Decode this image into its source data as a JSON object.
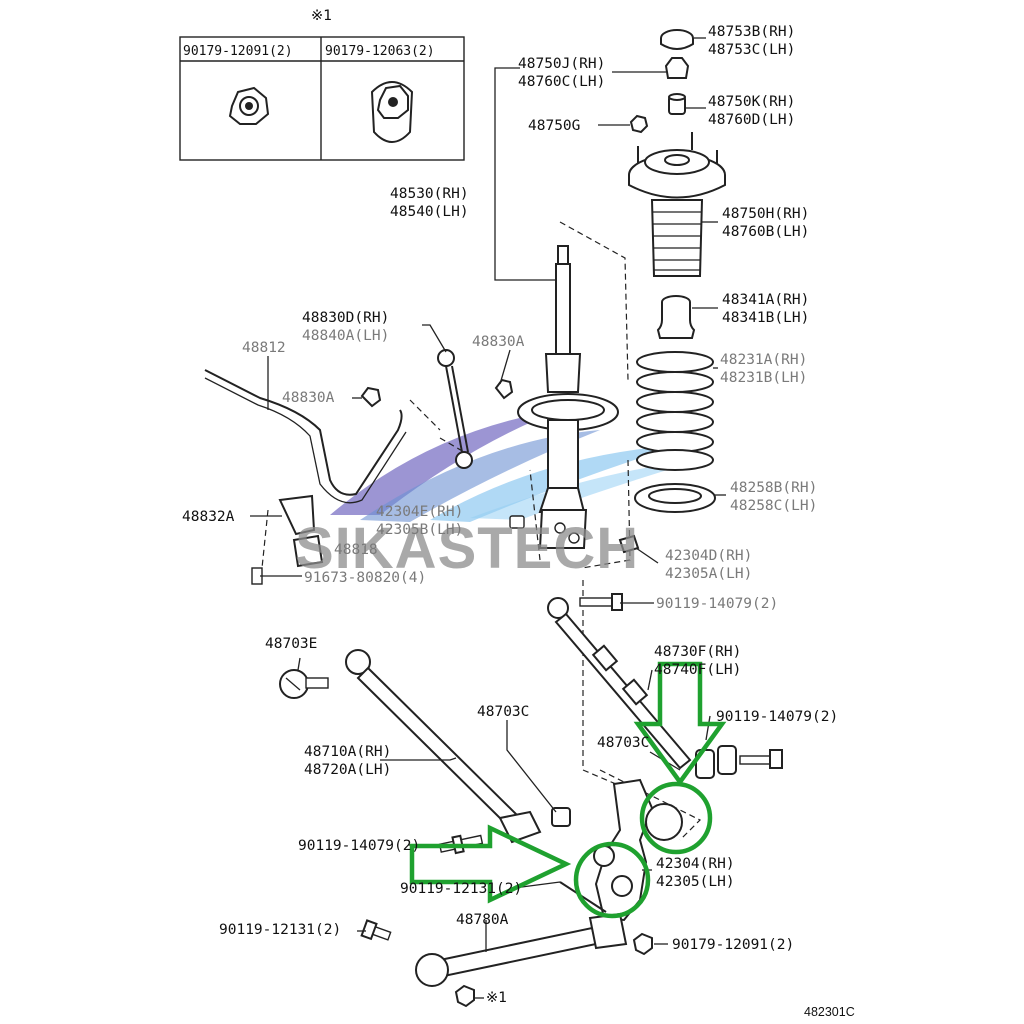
{
  "inset": {
    "note_mark": "※1",
    "cols": [
      "90179-12091(2)",
      "90179-12063(2)"
    ]
  },
  "labels": {
    "l_48753": [
      "48753B(RH)",
      "48753C(LH)"
    ],
    "l_48750J": [
      "48750J(RH)",
      "48760C(LH)"
    ],
    "l_48750K": [
      "48750K(RH)",
      "48760D(LH)"
    ],
    "l_48750G": "48750G",
    "l_48530": [
      "48530(RH)",
      "48540(LH)"
    ],
    "l_48750H": [
      "48750H(RH)",
      "48760B(LH)"
    ],
    "l_48341": [
      "48341A(RH)",
      "48341B(LH)"
    ],
    "l_48231": [
      "48231A(RH)",
      "48231B(LH)"
    ],
    "l_48830D": [
      "48830D(RH)",
      "48840A(LH)"
    ],
    "l_48830A_top": "48830A",
    "l_48812": "48812",
    "l_48830A_left": "48830A",
    "l_48258": [
      "48258B(RH)",
      "48258C(LH)"
    ],
    "l_48832A": "48832A",
    "l_42304E": [
      "42304E(RH)",
      "42305B(LH)"
    ],
    "l_48818": "48818",
    "l_42304D": [
      "42304D(RH)",
      "42305A(LH)"
    ],
    "l_91673": "91673-80820(4)",
    "l_90119_top": "90119-14079(2)",
    "l_48703E": "48703E",
    "l_48730F": [
      "48730F(RH)",
      "48740F(LH)"
    ],
    "l_90119_right": "90119-14079(2)",
    "l_48703C_left": "48703C",
    "l_48710A": [
      "48710A(RH)",
      "48720A(LH)"
    ],
    "l_48703C_right": "48703C",
    "l_90119_left": "90119-14079(2)",
    "l_42304": [
      "42304(RH)",
      "42305(LH)"
    ],
    "l_90119_12131_a": "90119-12131(2)",
    "l_48780A": "48780A",
    "l_90119_12131_b": "90119-12131(2)",
    "l_90179_bottom": "90179-12091(2)",
    "l_note_bottom": "※1"
  },
  "watermark": "SIKASTECH",
  "figure_id": "482301C",
  "colors": {
    "highlight": "#1fa12f",
    "watermark_blue": "#4aa8e8",
    "watermark_purple": "#5a4fb5"
  }
}
